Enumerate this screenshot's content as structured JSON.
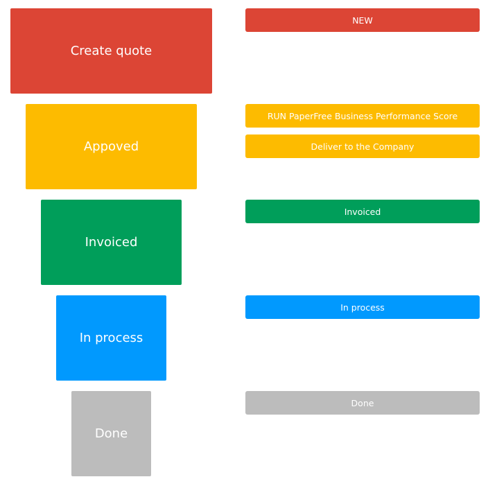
{
  "funnel": {
    "stages": [
      {
        "label": "Create quote",
        "color": "#dc4535"
      },
      {
        "label": "Appoved",
        "color": "#fdbb00"
      },
      {
        "label": "Invoiced",
        "color": "#009e5a"
      },
      {
        "label": "In process",
        "color": "#0199fe"
      },
      {
        "label": "Done",
        "color": "#bcbcbc"
      }
    ]
  },
  "tasks": {
    "new": "NEW",
    "run_score": "RUN PaperFree Business Performance Score",
    "deliver": "Deliver to the Company",
    "invoiced": "Invoiced",
    "in_process": "In process",
    "done": "Done"
  }
}
